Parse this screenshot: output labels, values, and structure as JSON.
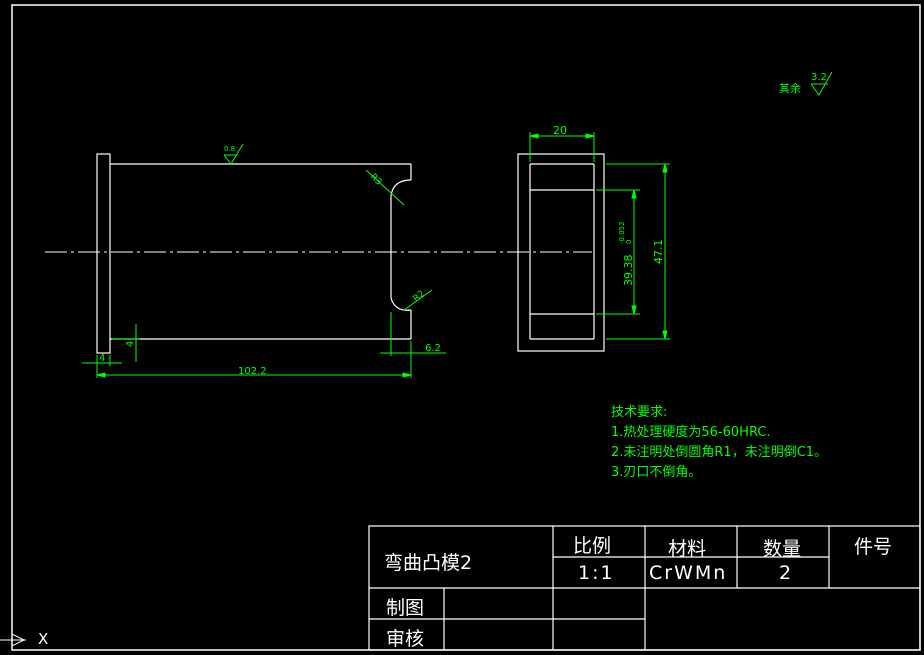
{
  "colors": {
    "background": "#000000",
    "geometry": "#ffffff",
    "annotation": "#00ff00"
  },
  "roughness": {
    "top_surface": "0.8",
    "rest_label": "其余",
    "rest_value": "3.2"
  },
  "side_view": {
    "dim_length": "102.2",
    "dim_flange_width": "4",
    "dim_step_height": "4",
    "dim_tip": "6.2",
    "radius_upper": "R3",
    "radius_lower": "R2"
  },
  "end_view": {
    "dim_width": "20",
    "dim_inner": "39.38",
    "dim_inner_tol_upper": "0",
    "dim_inner_tol_lower": "-0.052",
    "dim_outer": "47.1"
  },
  "tech_requirements": {
    "title": "技术要求:",
    "items": [
      "1.热处理硬度为56-60HRC.",
      "2.未注明处倒圆角R1，未注明倒C1。",
      "3.刃口不倒角。"
    ]
  },
  "title_block": {
    "part_name": "弯曲凸模2",
    "scale_label": "比例",
    "scale_value": "1:1",
    "material_label": "材料",
    "material_value": "CrWMn",
    "quantity_label": "数量",
    "quantity_value": "2",
    "part_no_label": "件号",
    "drawn_label": "制图",
    "checked_label": "审核"
  },
  "ucs": {
    "x_label": "X"
  }
}
